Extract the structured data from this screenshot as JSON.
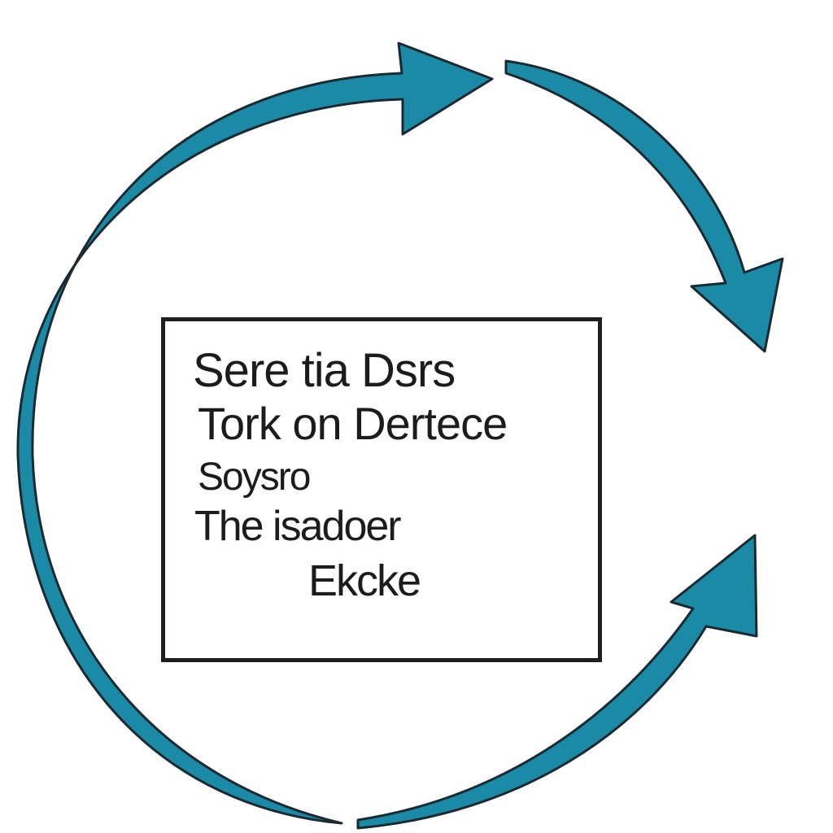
{
  "colors": {
    "arrow_fill": "#1a8aa6",
    "arrow_outline": "#1b2a30",
    "box_border": "#1f1f1f",
    "text": "#1c1c1c"
  },
  "box": {
    "lines": [
      "Sere tia Dsrs",
      "Tork on Dertece",
      "Soysro",
      "The isadoer",
      "Ekcke"
    ]
  },
  "icons": [
    "arrow-top-right",
    "arrow-right-down",
    "arrow-left-bottom"
  ]
}
